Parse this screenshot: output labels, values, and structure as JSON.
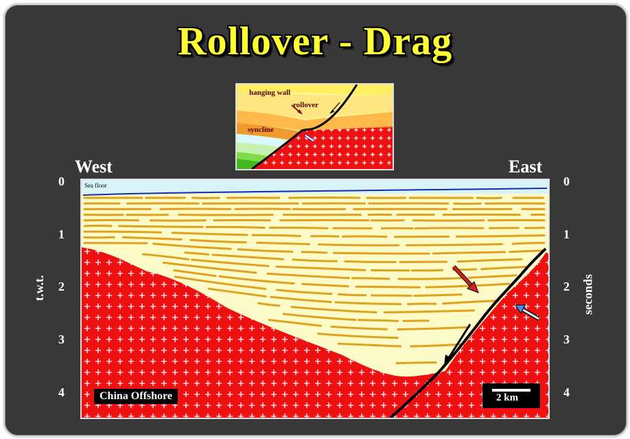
{
  "title": "Rollover - Drag",
  "directions": {
    "left": "West",
    "right": "East"
  },
  "axis": {
    "left_title": "t.w.t.",
    "right_title": "seconds",
    "ticks": [
      "0",
      "1",
      "2",
      "3",
      "4"
    ]
  },
  "inset": {
    "labels": {
      "hanging_wall": "hanging wall",
      "rollover": "rollover",
      "syncline": "syncline"
    }
  },
  "section": {
    "sea_floor": "Sea floor",
    "location": "China Offshore",
    "scale": "2 km"
  },
  "colors": {
    "background": "#383838",
    "title": "#ffff33",
    "basement": "#ee1111",
    "sediment": "#fdfbc8",
    "reflector": "#e0a020",
    "sea": "#d8f4f8",
    "sea_line": "#1a2aa8"
  }
}
